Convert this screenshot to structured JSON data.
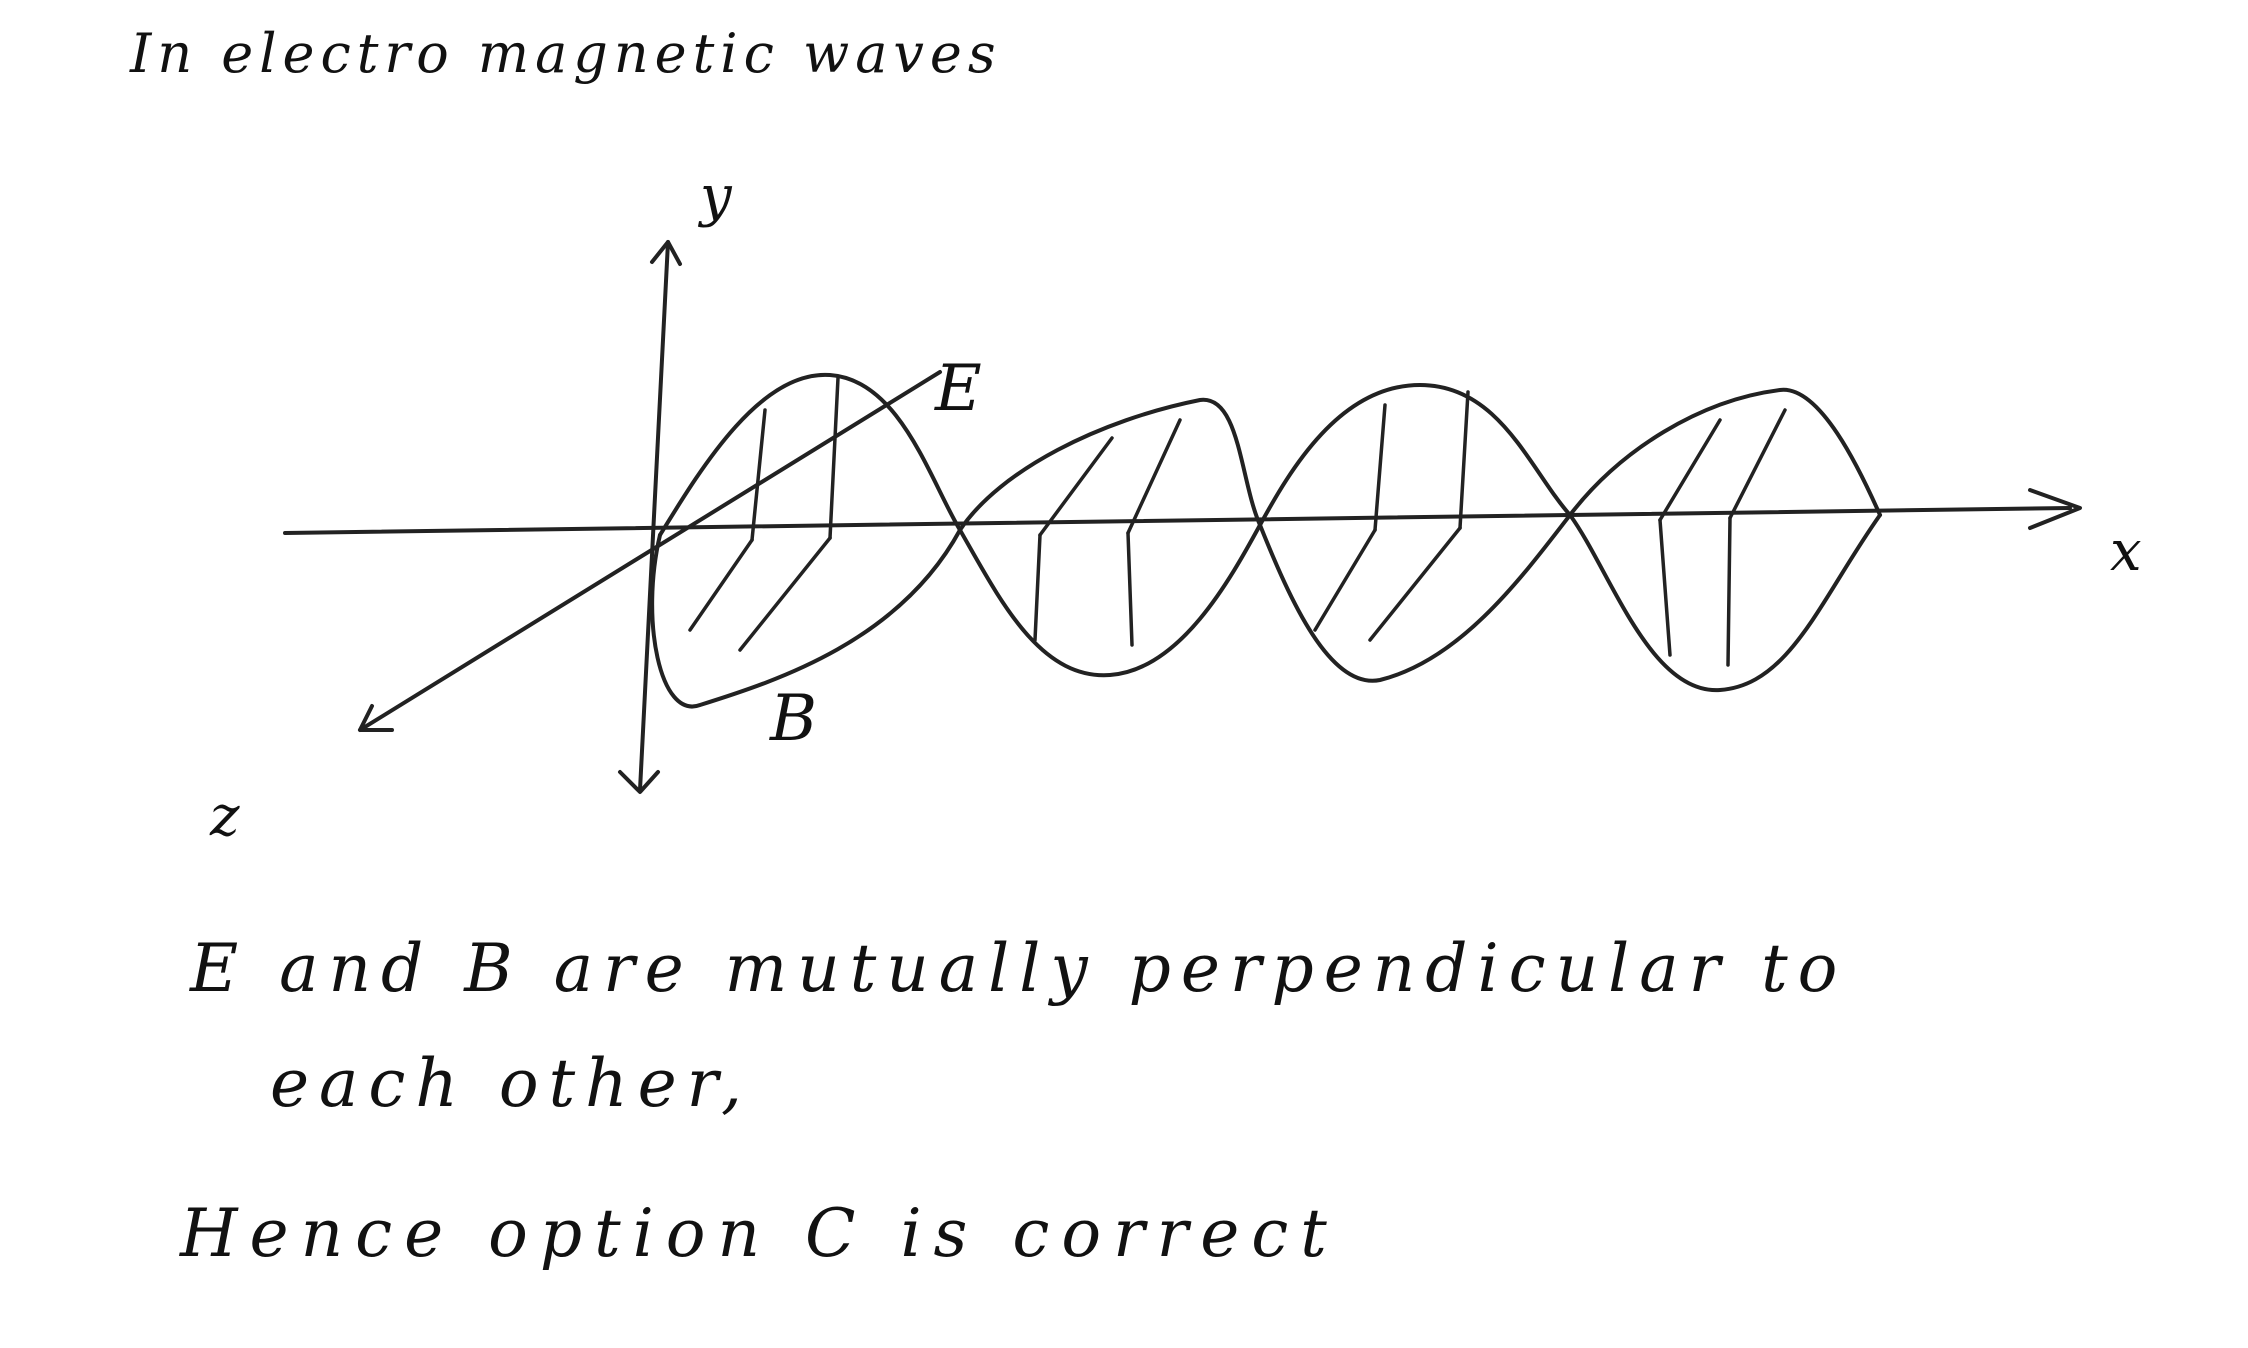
{
  "heading": "In electro magnetic waves",
  "diagram": {
    "axis_x": "x",
    "axis_y": "y",
    "axis_z": "z",
    "label_e": "E",
    "label_b": "B"
  },
  "conclusion": {
    "line1": "E and B are mutually perpendicular to",
    "line2": "each other,",
    "line3": "Hence option C is correct"
  },
  "colors": {
    "ink": "#222222",
    "paper": "#ffffff"
  }
}
